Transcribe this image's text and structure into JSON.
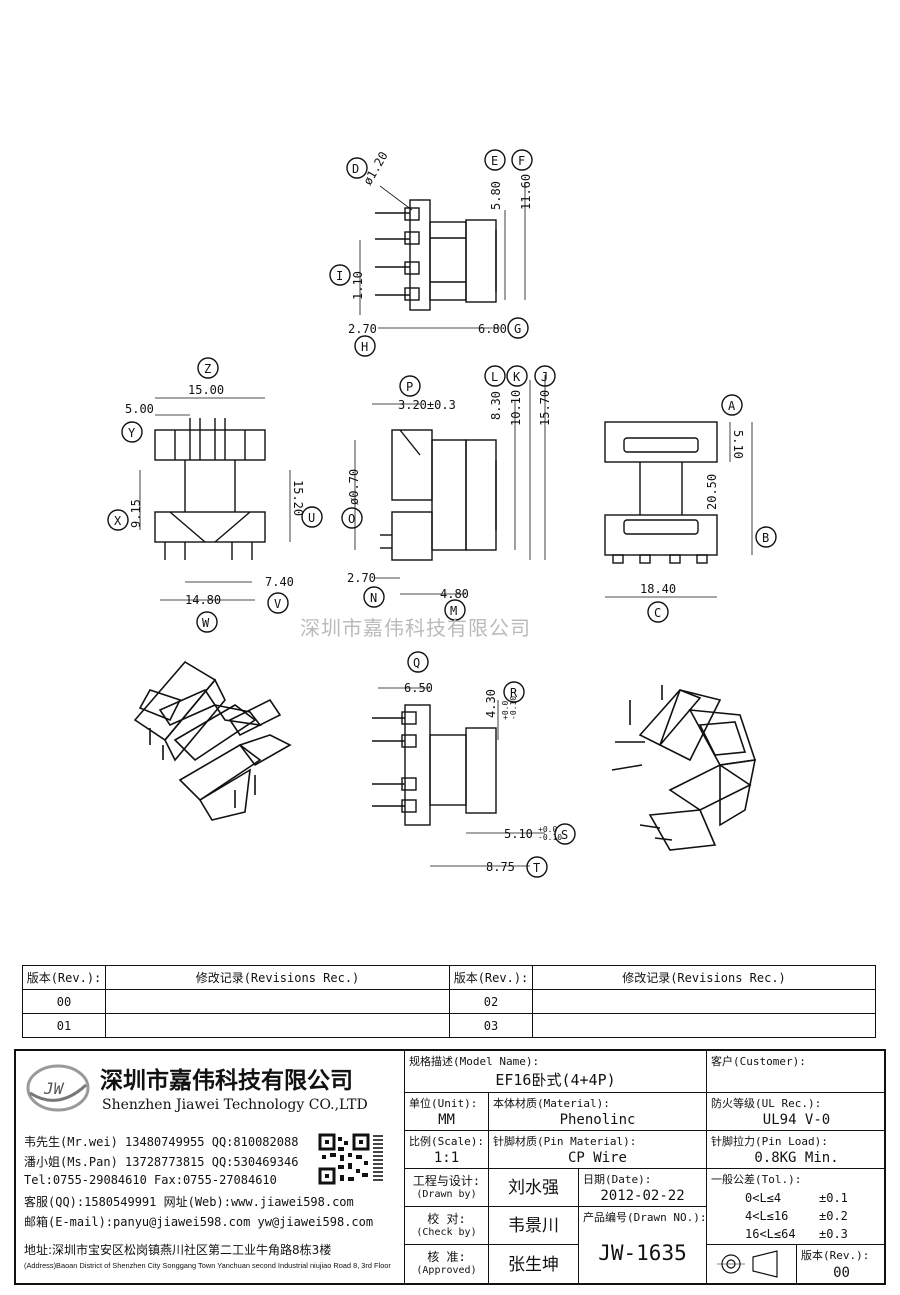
{
  "watermark": "深圳市嘉伟科技有限公司",
  "dims": {
    "top": {
      "D": "ø1.20",
      "E": "5.80",
      "F": "11.60",
      "I": "1.10",
      "H": "2.70",
      "G": "6.80"
    },
    "front": {
      "Z": "15.00",
      "Y": "5.00",
      "X": "9.15",
      "U": "15.20",
      "V": "7.40",
      "W": "14.80"
    },
    "side": {
      "P": "3.20±0.3",
      "L": "8.30",
      "K": "10.10",
      "J": "15.70",
      "O": "ø0.70",
      "N": "2.70",
      "M": "4.80"
    },
    "right": {
      "A": "5.10",
      "B": "20.50",
      "C": "18.40"
    },
    "bottom": {
      "Q": "6.50",
      "R": "4.30",
      "R_tol_up": "+0.0",
      "R_tol_dn": "-0.10",
      "S": "5.10",
      "S_tol_up": "+0.0",
      "S_tol_dn": "-0.10",
      "T": "8.75"
    }
  },
  "revisions": {
    "header": [
      "版本(Rev.):",
      "修改记录(Revisions Rec.)",
      "版本(Rev.):",
      "修改记录(Revisions Rec.)"
    ],
    "rows": [
      [
        "00",
        "",
        "02",
        ""
      ],
      [
        "01",
        "",
        "03",
        ""
      ]
    ]
  },
  "company": {
    "logo_text": "JW",
    "name_cn": "深圳市嘉伟科技有限公司",
    "name_en": "Shenzhen Jiawei Technology CO.,LTD",
    "contacts": [
      "韦先生(Mr.wei) 13480749955 QQ:810082088",
      "潘小姐(Ms.Pan) 13728773815 QQ:530469346",
      "Tel:0755-29084610     Fax:0755-27084610",
      "客服(QQ):1580549991   网址(Web):www.jiawei598.com",
      "邮箱(E-mail):panyu@jiawei598.com  yw@jiawei598.com"
    ],
    "address_cn": "地址:深圳市宝安区松岗镇燕川社区第二工业牛角路8栋3楼",
    "address_en": "(Address)Baoan District of Shenzhen City Songgang Town Yanchuan  second Industrial niujiao Road 8, 3rd Floor"
  },
  "title_block": {
    "model_label": "规格描述(Model Name):",
    "model": "EF16卧式(4+4P)",
    "customer_label": "客户(Customer):",
    "customer": "",
    "unit_label": "单位(Unit):",
    "unit": "MM",
    "material_label": "本体材质(Material):",
    "material": "Phenolinc",
    "ul_label": "防火等级(UL Rec.):",
    "ul": "UL94 V-0",
    "scale_label": "比例(Scale):",
    "scale": "1:1",
    "pin_material_label": "针脚材质(Pin Material):",
    "pin_material": "CP Wire",
    "pin_load_label": "针脚拉力(Pin Load):",
    "pin_load": "0.8KG Min.",
    "drawn_label": "工程与设计:",
    "drawn_label_en": "(Drawn by)",
    "drawn_by": "刘水强",
    "check_label": "校  对:",
    "check_label_en": "(Check by)",
    "check_by": "韦景川",
    "approved_label": "核  准:",
    "approved_label_en": "(Approved)",
    "approved_by": "张生坤",
    "date_label": "日期(Date):",
    "date": "2012-02-22",
    "drawing_no_label": "产品编号(Drawn NO.):",
    "drawing_no": "JW-1635",
    "tol_label": "一般公差(Tol.):",
    "tolerances": [
      {
        "range": "0<L≤4",
        "tol": "±0.1"
      },
      {
        "range": "4<L≤16",
        "tol": "±0.2"
      },
      {
        "range": "16<L≤64",
        "tol": "±0.3"
      }
    ],
    "rev_label": "版本(Rev.):",
    "rev": "00"
  }
}
